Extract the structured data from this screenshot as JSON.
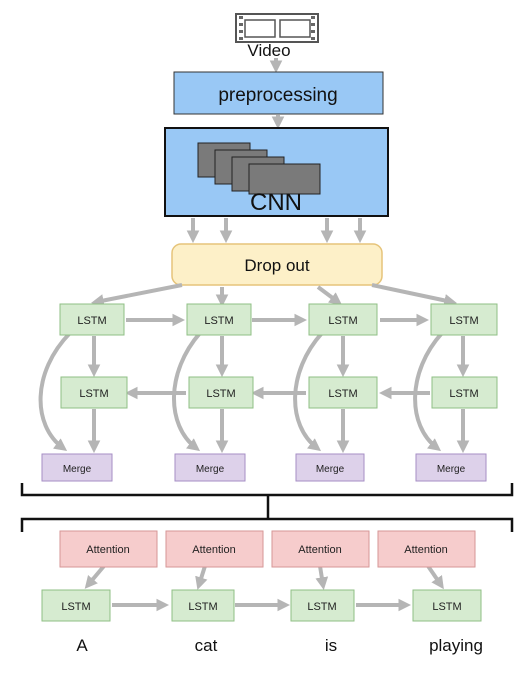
{
  "video_label": "Video",
  "preprocessing_label": "preprocessing",
  "cnn_label": "CNN",
  "dropout_label": "Drop out",
  "encoder": {
    "forward_lstm": [
      "LSTM",
      "LSTM",
      "LSTM",
      "LSTM"
    ],
    "backward_lstm": [
      "LSTM",
      "LSTM",
      "LSTM",
      "LSTM"
    ],
    "merge": [
      "Merge",
      "Merge",
      "Merge",
      "Merge"
    ]
  },
  "decoder": {
    "attention": [
      "Attention",
      "Attention",
      "Attention",
      "Attention"
    ],
    "lstm": [
      "LSTM",
      "LSTM",
      "LSTM",
      "LSTM"
    ],
    "words": [
      "A",
      "cat",
      "is",
      "playing"
    ]
  },
  "colors": {
    "arrow": "#b5b5b5",
    "blue_fill": "#99c8f5",
    "lstm_fill": "#d6ebd0",
    "lstm_border": "#8fbf84",
    "merge_fill": "#ddd1ea",
    "merge_border": "#a68ec4",
    "attention_fill": "#f6cccc",
    "attention_border": "#d69696",
    "dropout_fill": "#fdf0c8",
    "dropout_border": "#e6c47a"
  }
}
